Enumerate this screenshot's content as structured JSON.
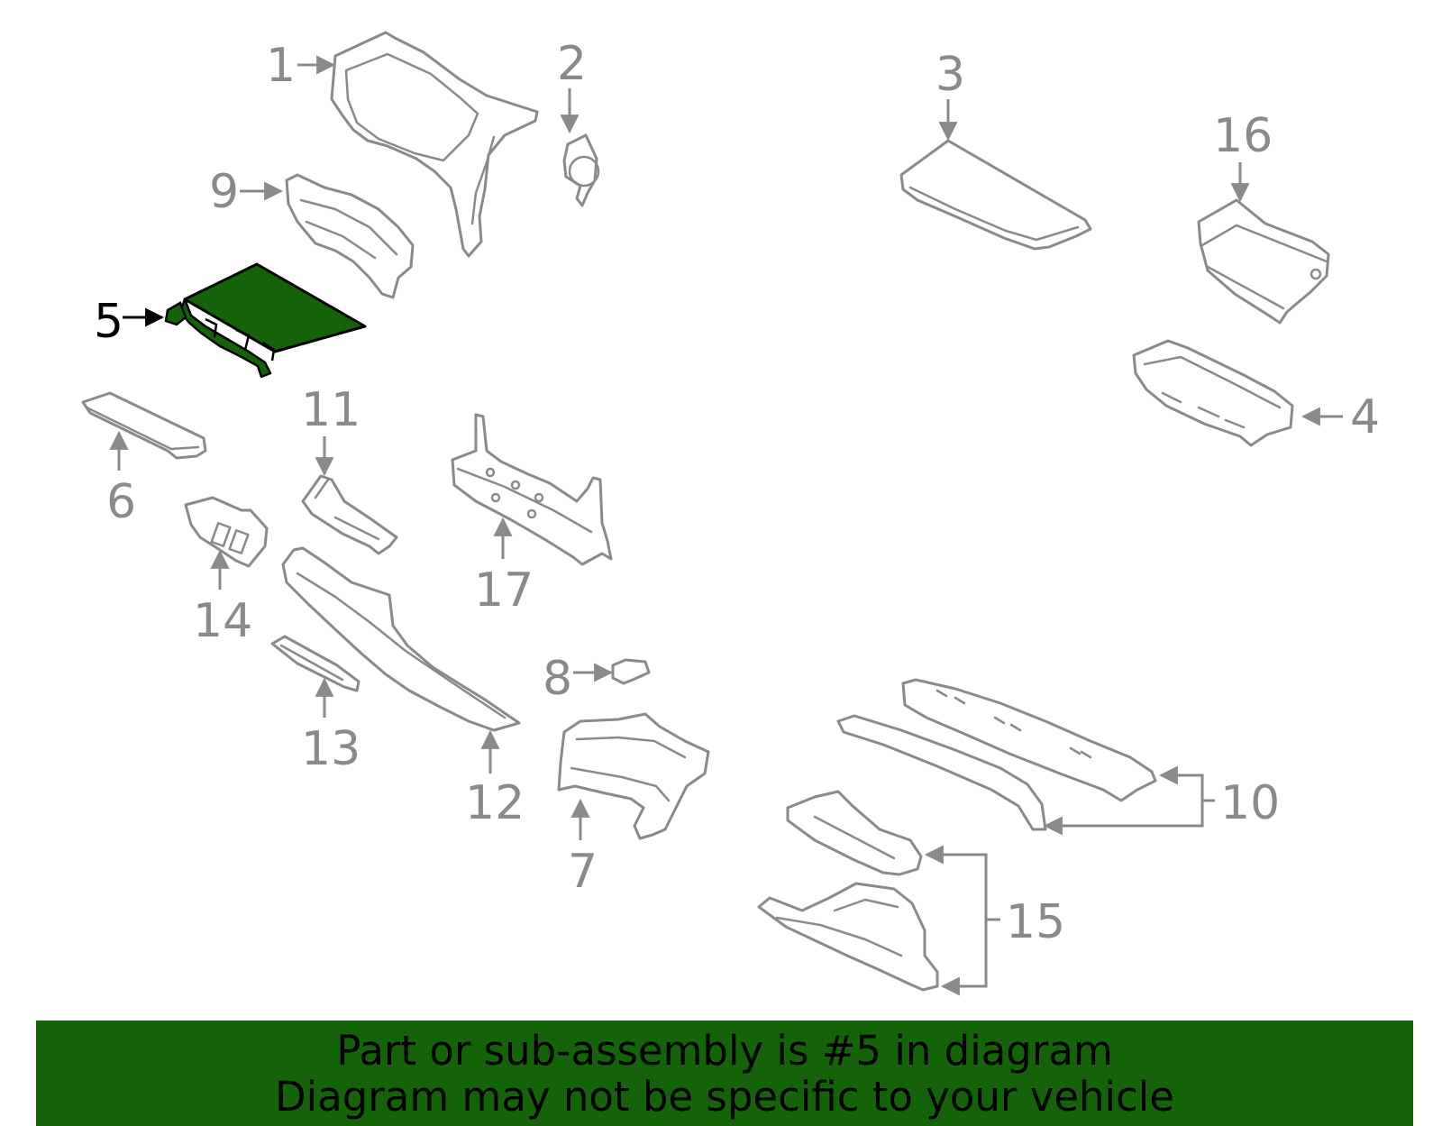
{
  "diagram": {
    "highlighted_part": "5",
    "highlight_color": "#156308",
    "line_color": "#8a8a8a",
    "callouts": [
      "1",
      "2",
      "3",
      "4",
      "5",
      "6",
      "7",
      "8",
      "9",
      "10",
      "11",
      "12",
      "13",
      "14",
      "15",
      "16",
      "17"
    ]
  },
  "banner": {
    "line1": "Part or sub-assembly is #5 in diagram",
    "line2": "Diagram may not be specific to your vehicle",
    "background": "#156308"
  }
}
